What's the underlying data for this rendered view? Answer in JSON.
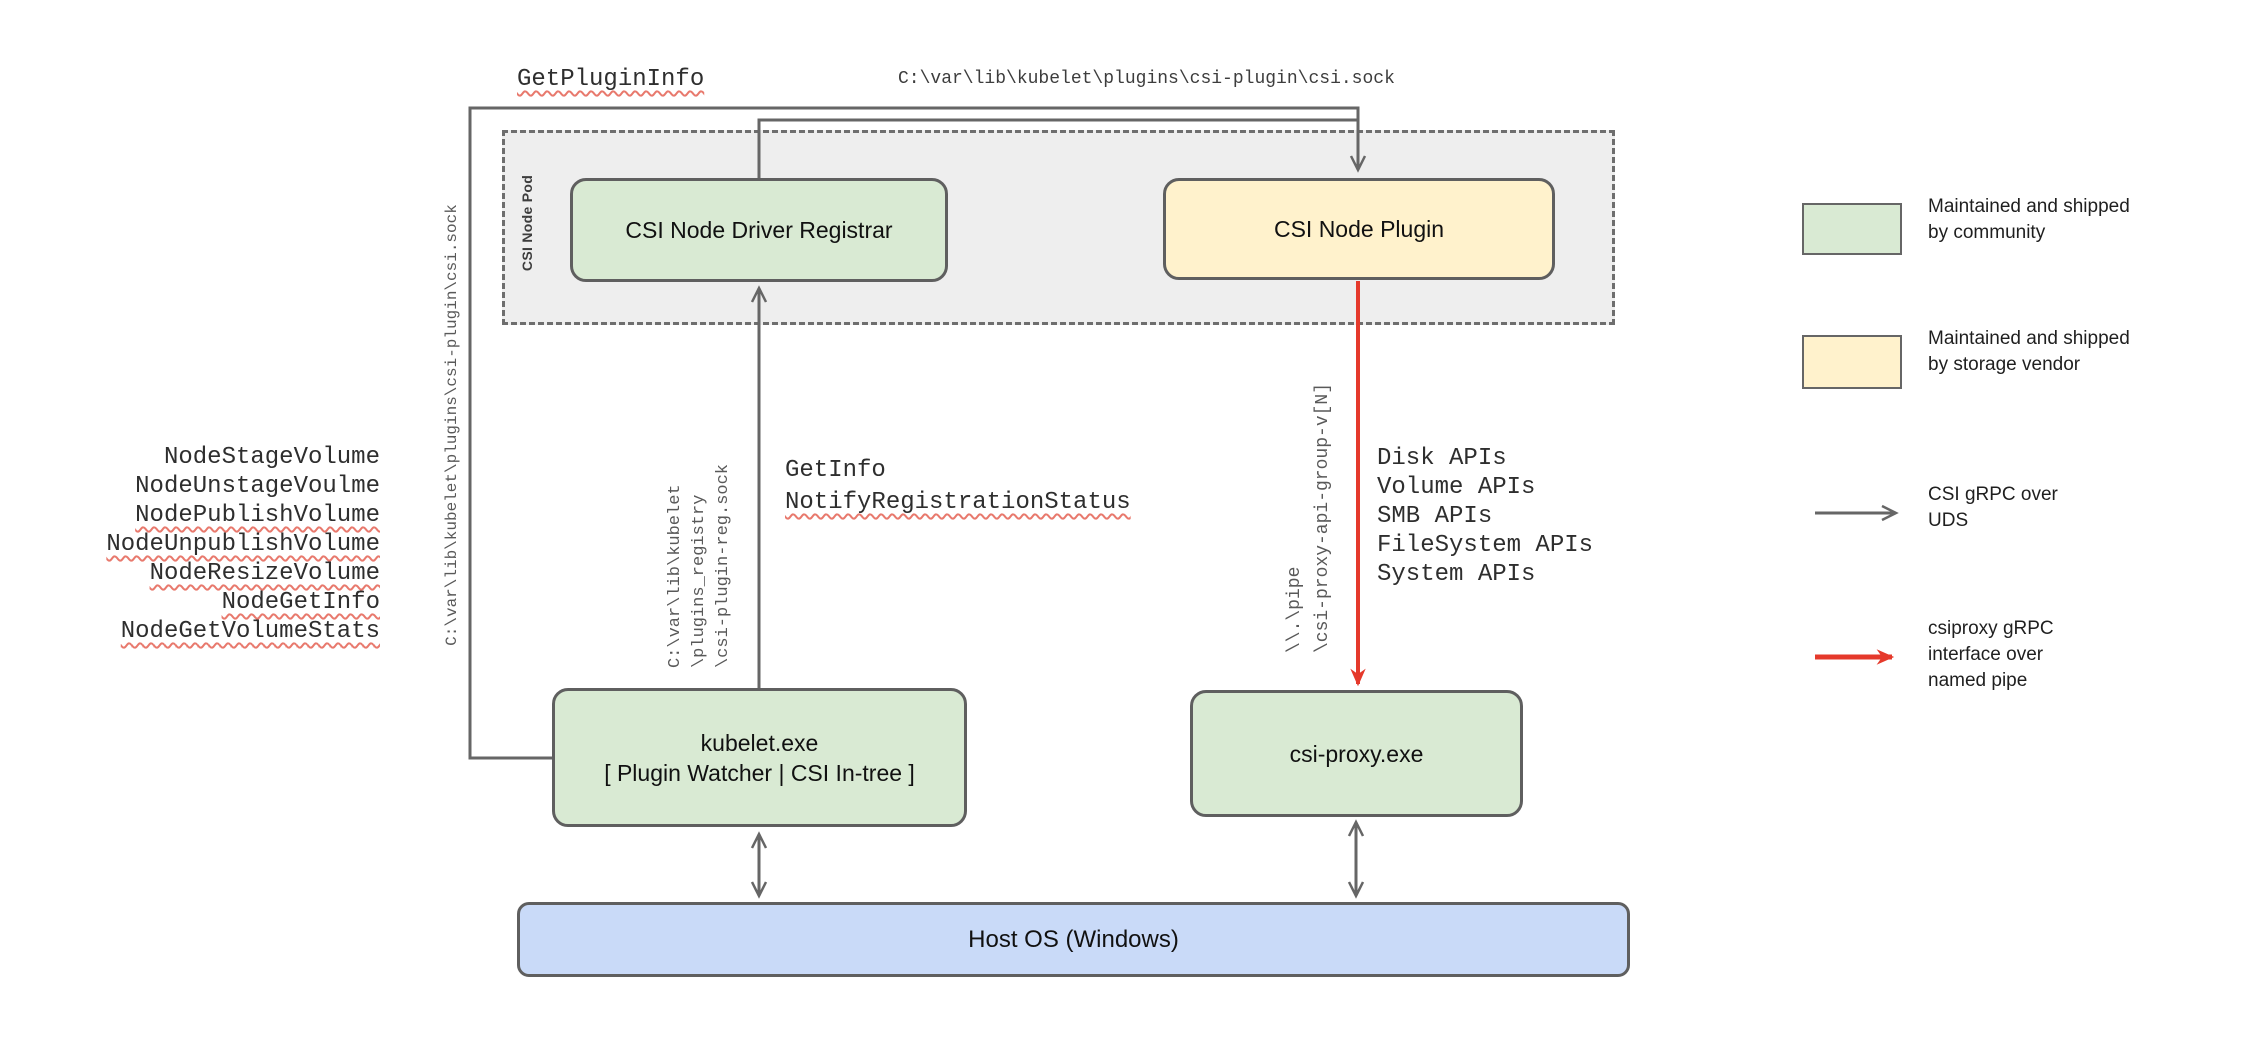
{
  "colors": {
    "community-green": "#d9ead3",
    "vendor-yellow": "#fff2cc",
    "host-blue": "#c9daf8",
    "pod-gray": "#eeeeee",
    "box-border": "#5f5f5f",
    "line-gray": "#666666",
    "arrow-red": "#e5392b",
    "squiggle-red": "#e8796d"
  },
  "pod": {
    "label": "CSI Node Pod"
  },
  "nodes": {
    "registrar": {
      "label": "CSI Node Driver Registrar"
    },
    "plugin": {
      "label": "CSI Node Plugin"
    },
    "kubelet": {
      "line1": "kubelet.exe",
      "line2": "[ Plugin Watcher | CSI In-tree ]"
    },
    "csi_proxy": {
      "label": "csi-proxy.exe"
    },
    "host_os": {
      "label": "Host OS (Windows)"
    }
  },
  "annotations": {
    "get_plugin_info": "GetPluginInfo",
    "top_socket_path": "C:\\var\\lib\\kubelet\\plugins\\csi-plugin\\csi.sock",
    "left_socket_path": "C:\\var\\lib\\kubelet\\plugins\\csi-plugin\\csi.sock",
    "registry_path_lines": [
      "C:\\var\\lib\\kubelet",
      "\\plugins_registry",
      "\\csi-plugin-reg.sock"
    ],
    "pipe_path_lines": [
      "\\\\.\\pipe",
      "\\csi-proxy-api-group-v[N]"
    ],
    "get_info": "GetInfo",
    "notify_registration_status": "NotifyRegistrationStatus",
    "node_rpcs": [
      {
        "text": "NodeStageVolume",
        "misspelled": false
      },
      {
        "text": "NodeUnstageVoulme",
        "misspelled": false
      },
      {
        "text": "NodePublishVolume",
        "misspelled": true
      },
      {
        "text": "NodeUnpublishVolume",
        "misspelled": true
      },
      {
        "text": "NodeResizeVolume",
        "misspelled": true
      },
      {
        "text": "NodeGetInfo",
        "misspelled": true
      },
      {
        "text": "NodeGetVolumeStats",
        "misspelled": true
      }
    ],
    "api_groups": [
      "Disk APIs",
      "Volume APIs",
      "SMB APIs",
      "FileSystem APIs",
      "System APIs"
    ]
  },
  "legend": {
    "community": "Maintained and shipped\nby community",
    "vendor": "Maintained and shipped\nby storage vendor",
    "uds": "CSI gRPC over\nUDS",
    "named_pipe": "csiproxy gRPC\ninterface over\nnamed pipe"
  }
}
